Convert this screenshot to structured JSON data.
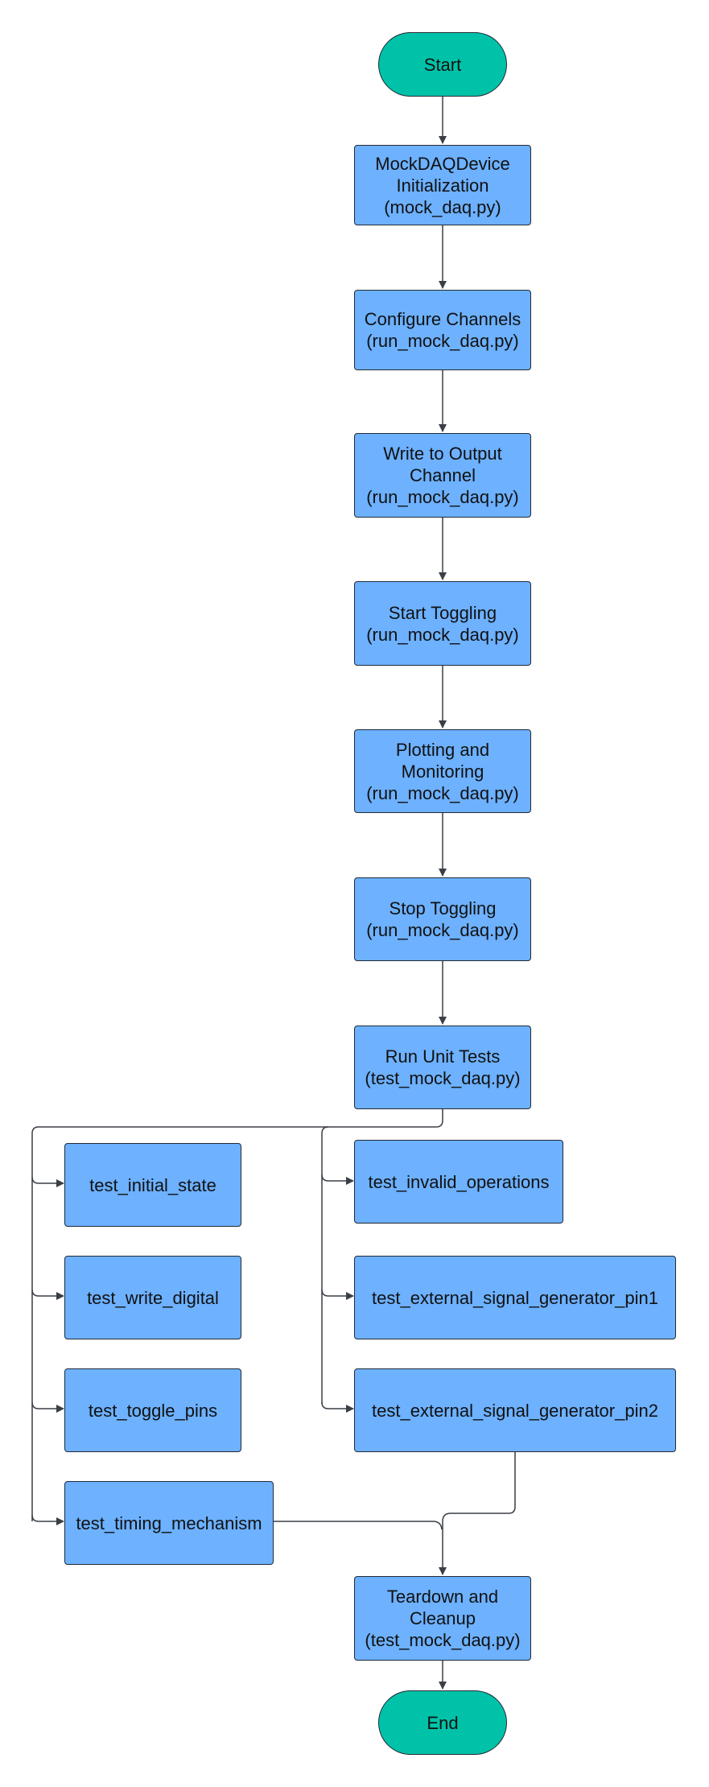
{
  "colors": {
    "process_fill": "#6db1ff",
    "terminal_fill": "#00c2a8",
    "border": "#222a36",
    "connector": "#3a3f47"
  },
  "nodes": {
    "start": "Start",
    "init": "MockDAQDevice\nInitialization\n(mock_daq.py)",
    "configure": "Configure Channels\n(run_mock_daq.py)",
    "write_output": "Write to Output\nChannel\n(run_mock_daq.py)",
    "start_toggling": "Start Toggling\n(run_mock_daq.py)",
    "plotting": "Plotting and\nMonitoring\n(run_mock_daq.py)",
    "stop_toggling": "Stop Toggling\n(run_mock_daq.py)",
    "run_tests": "Run Unit Tests\n(test_mock_daq.py)",
    "test_initial_state": "test_initial_state",
    "test_write_digital": "test_write_digital",
    "test_toggle_pins": "test_toggle_pins",
    "test_timing_mechanism": "test_timing_mechanism",
    "test_invalid_operations": "test_invalid_operations",
    "test_ext_pin1": "test_external_signal_generator_pin1",
    "test_ext_pin2": "test_external_signal_generator_pin2",
    "teardown": "Teardown and\nCleanup\n(test_mock_daq.py)",
    "end": "End"
  }
}
